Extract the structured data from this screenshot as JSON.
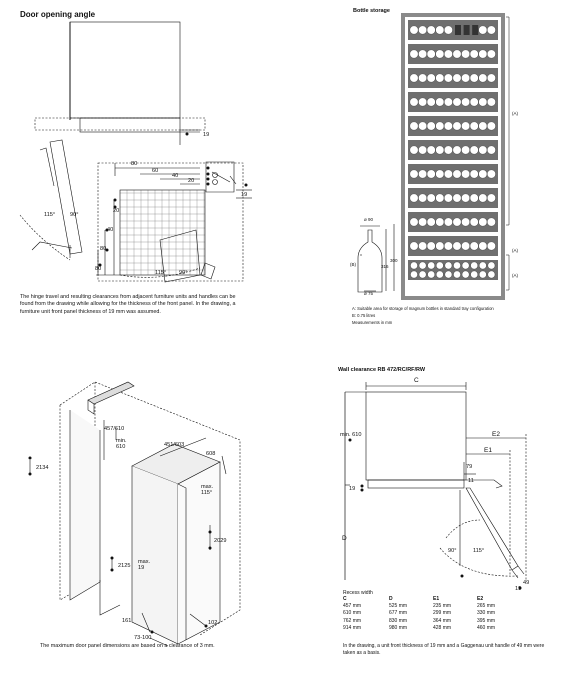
{
  "door_angle": {
    "title": "Door opening angle",
    "dims": {
      "d19a": "19",
      "d19b": "19",
      "d80": "80",
      "d60": "60",
      "d40": "40",
      "d20": "20",
      "v20": "20",
      "v40": "40",
      "v80": "80",
      "v80b": "80",
      "a115": "115°",
      "a90": "90°",
      "a115b": "115°",
      "a90b": "90°"
    },
    "caption": "The hinge travel and resulting clearances from adjacent furniture units and handles can be found from the drawing while allowing for the thickness of the front panel. In the drawing, a furniture unit front panel thickness of 19 mm was assumed."
  },
  "bottle": {
    "title": "Bottle storage",
    "callouts": {
      "a1": "(A)",
      "a2": "(A)",
      "a3": "(A)",
      "b": "(B)"
    },
    "dims": {
      "d90": "ø 90",
      "h316": "316",
      "h300": "300",
      "d75": "ø 75"
    },
    "notes": [
      "A: Suitable area for storage of magnum bottles in standard tray configuration",
      "B: 0.75 litres",
      "Measurements in mm"
    ]
  },
  "installation": {
    "dims": {
      "w457": "457/610",
      "min610": "min.\n610",
      "w451": "451/603",
      "d608": "608",
      "h2134": "2134",
      "max115": "max.\n115°",
      "h2029": "2029",
      "h2125": "2125",
      "max19": "max.\n19",
      "d161": "161",
      "d102": "102",
      "d73": "73-100"
    },
    "caption": "The maximum door panel dimensions are based on a clearance of 3 mm."
  },
  "wall": {
    "title": "Wall clearance RB 472/RC/RF/RW",
    "dims": {
      "C": "C",
      "min610": "min. 610",
      "E2": "E2",
      "E1": "E1",
      "d79": "79",
      "d19": "19",
      "d11": "11",
      "D": "D",
      "a90": "90°",
      "a115": "115°",
      "d49": "49",
      "d19b": "19"
    },
    "recess_label": "Recess width",
    "table": {
      "headers": [
        "C",
        "D",
        "E1",
        "E2"
      ],
      "rows": [
        [
          "457 mm",
          "525 mm",
          "235 mm",
          "265 mm"
        ],
        [
          "610 mm",
          "677 mm",
          "299 mm",
          "330 mm"
        ],
        [
          "762 mm",
          "830 mm",
          "364 mm",
          "395 mm"
        ],
        [
          "914 mm",
          "980 mm",
          "428 mm",
          "460 mm"
        ]
      ]
    },
    "caption": "In the drawing, a unit front thickness of 19 mm and a Gaggenau unit handle of 49 mm were taken as a basis."
  }
}
